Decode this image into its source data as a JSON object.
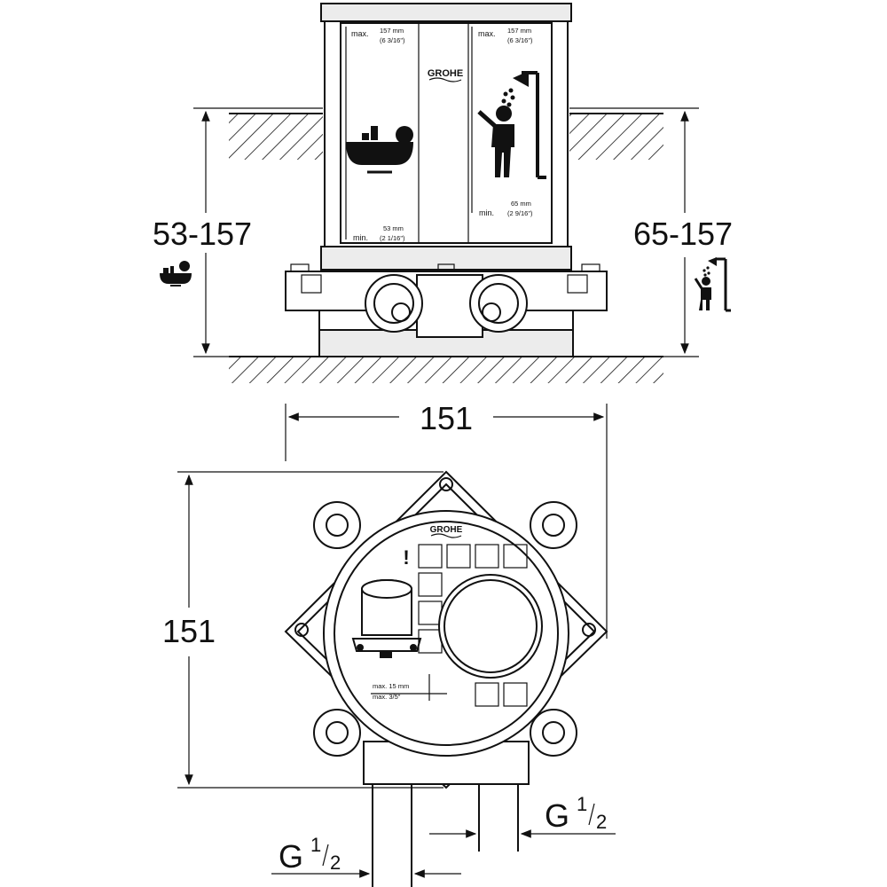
{
  "brand": {
    "logo_text": "GROHE"
  },
  "side_view": {
    "left_dimension": "53-157",
    "right_dimension": "65-157",
    "left_icon": "bathtub-icon",
    "right_icon": "shower-person-icon",
    "label_left": {
      "max_label": "max.",
      "max_mm": "157 mm",
      "max_in": "(6 3/16\")",
      "min_label": "min.",
      "min_mm": "53 mm",
      "min_in": "(2 1/16\")"
    },
    "label_right": {
      "max_label": "max.",
      "max_mm": "157 mm",
      "max_in": "(6 3/16\")",
      "min_label": "min.",
      "min_mm": "65 mm",
      "min_in": "(2 9/16\")"
    }
  },
  "top_view": {
    "width_dimension": "151",
    "height_dimension": "151",
    "warning_symbol": "!",
    "tile_note_line1": "max. 15 mm",
    "tile_note_line2": "max. 3/5\""
  },
  "connections": {
    "left": {
      "g": "G",
      "num": "1",
      "den": "2"
    },
    "right": {
      "g": "G",
      "num": "1",
      "den": "2"
    }
  }
}
